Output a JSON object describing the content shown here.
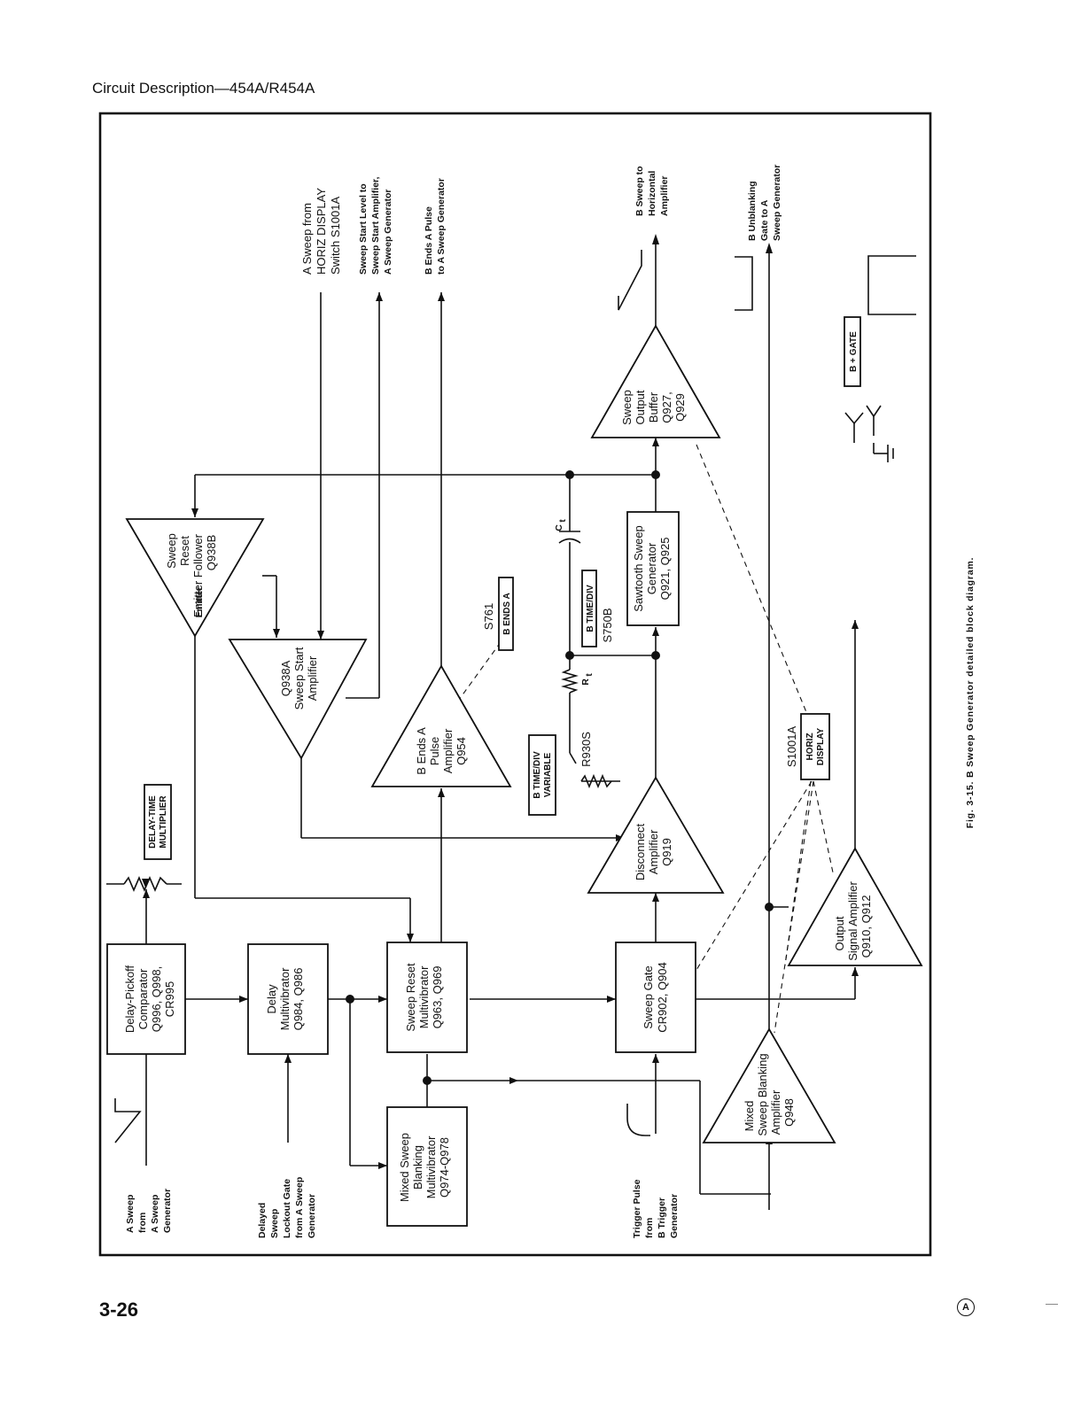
{
  "page": {
    "header": "Circuit Description—454A/R454A",
    "page_number": "3-26",
    "revision_mark": "A",
    "caption": "Fig. 3-15. B Sweep Generator detailed block diagram."
  },
  "blocks": {
    "delay_pickoff": [
      "Delay-Pickoff",
      "Comparator",
      "Q996, Q998,",
      "CR995"
    ],
    "delay_mv": [
      "Delay",
      "Multivibrator",
      "Q984, Q986"
    ],
    "sweep_reset_mv": [
      "Sweep Reset",
      "Multivibrator",
      "Q963, Q969"
    ],
    "mixed_sweep_blanking_mv": [
      "Mixed Sweep",
      "Blanking",
      "Multivibrator",
      "Q974-Q978"
    ],
    "sweep_gate": [
      "Sweep Gate",
      "CR902, Q904"
    ],
    "sawtooth": [
      "Sawtooth Sweep",
      "Generator",
      "Q921, Q925"
    ]
  },
  "amplifiers": {
    "sweep_reset_ef": [
      "Sweep",
      "Reset",
      "Emitter Follower",
      "Q938B"
    ],
    "sweep_reset_ef_small": "Emitter",
    "sweep_start_amp": [
      "Q938A",
      "Sweep Start",
      "Amplifier"
    ],
    "b_ends_a_pulse_amp": [
      "B Ends A",
      "Pulse",
      "Amplifier",
      "Q954"
    ],
    "disconnect_amp": [
      "Disconnect",
      "Amplifier",
      "Q919"
    ],
    "sweep_output_buffer": [
      "Sweep",
      "Output",
      "Buffer",
      "Q927,",
      "Q929"
    ],
    "output_signal_amp": [
      "Output",
      "Signal Amplifier",
      "Q910, Q912"
    ],
    "mixed_sweep_blanking_amp": [
      "Mixed",
      "Sweep Blanking",
      "Amplifier",
      "Q948"
    ]
  },
  "controls": {
    "delay_time_multiplier": [
      "DELAY-TIME",
      "MULTIPLIER"
    ],
    "s761": "S761",
    "b_ends_a": "B  ENDS  A",
    "s750b": "S750B",
    "b_time_div": "B  TIME/DIV",
    "r930s": "R930S",
    "b_time_div_variable": [
      "B  TIME/DIV",
      "VARIABLE"
    ],
    "s1001a": "S1001A",
    "horiz_display": [
      "HORIZ",
      "DISPLAY"
    ],
    "b_plus_gate": "B   + GATE",
    "ct": "C",
    "ct_sub": "t",
    "rt": "R",
    "rt_sub": "t"
  },
  "inputs": {
    "a_sweep": [
      "A Sweep",
      "from",
      "A Sweep",
      "Generator"
    ],
    "delayed_lockout": [
      "Delayed",
      "Sweep",
      "Lockout Gate",
      "from A Sweep",
      "Generator"
    ],
    "trigger_pulse": [
      "Trigger Pulse",
      "from",
      "B Trigger",
      "Generator"
    ],
    "a_sweep_horiz": [
      "A Sweep from",
      "HORIZ DISPLAY",
      "Switch S1001A"
    ]
  },
  "outputs": {
    "sweep_start_level": [
      "Sweep Start Level to",
      "Sweep Start Amplifier,",
      "A Sweep Generator"
    ],
    "b_ends_a_pulse_out": [
      "B Ends A Pulse",
      "to A Sweep Generator"
    ],
    "b_sweep_to_horiz": [
      "B Sweep to",
      "Horizontal",
      "Amplifier"
    ],
    "b_unblanking": [
      "B Unblanking",
      "Gate to A",
      "Sweep Generator"
    ]
  }
}
